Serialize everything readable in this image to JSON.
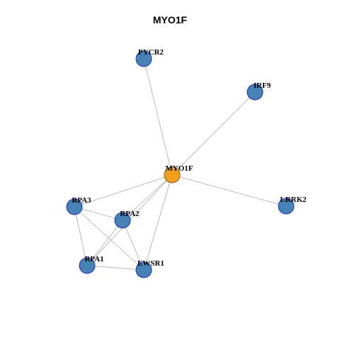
{
  "title": "MYO1F",
  "colors": {
    "hub": "#f5a01c",
    "node": "#4682b4",
    "node_stroke": "#1f2fb8",
    "hub_stroke": "#7a5a10",
    "edge": "#aaaaaa"
  },
  "nodes": [
    {
      "id": "PYCR2",
      "label": "PYCR2",
      "hub": false
    },
    {
      "id": "IRF9",
      "label": "IRF9",
      "hub": false
    },
    {
      "id": "MYO1F",
      "label": "MYO1F",
      "hub": true
    },
    {
      "id": "LRRK2",
      "label": "LRRK2",
      "hub": false
    },
    {
      "id": "RPA3",
      "label": "RPA3",
      "hub": false
    },
    {
      "id": "RPA2",
      "label": "RPA2",
      "hub": false
    },
    {
      "id": "RPA1",
      "label": "RPA1",
      "hub": false
    },
    {
      "id": "EWSR1",
      "label": "EWSR1",
      "hub": false
    }
  ],
  "edges": [
    [
      "MYO1F",
      "PYCR2"
    ],
    [
      "MYO1F",
      "IRF9"
    ],
    [
      "MYO1F",
      "LRRK2"
    ],
    [
      "MYO1F",
      "RPA3"
    ],
    [
      "MYO1F",
      "RPA2"
    ],
    [
      "MYO1F",
      "RPA1"
    ],
    [
      "MYO1F",
      "EWSR1"
    ],
    [
      "RPA3",
      "RPA2"
    ],
    [
      "RPA3",
      "RPA1"
    ],
    [
      "RPA3",
      "EWSR1"
    ],
    [
      "RPA2",
      "RPA1"
    ],
    [
      "RPA2",
      "EWSR1"
    ],
    [
      "RPA1",
      "EWSR1"
    ]
  ]
}
